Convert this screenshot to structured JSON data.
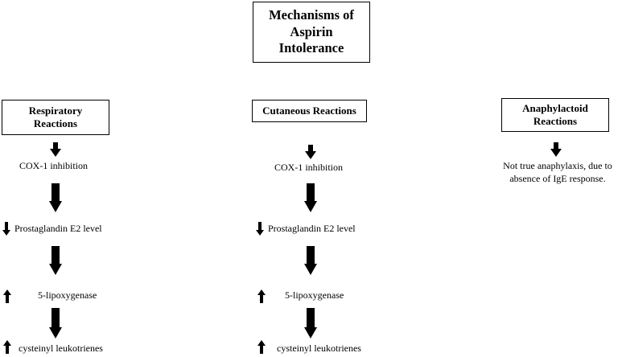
{
  "title": {
    "line1": "Mechanisms of",
    "line2": "Aspirin",
    "line3": "Intolerance"
  },
  "columns": {
    "respiratory": {
      "header_line1": "Respiratory",
      "header_line2": "Reactions",
      "steps": [
        "COX-1 inhibition",
        "Prostaglandin E2 level",
        "5-lipoxygenase",
        "cysteinyl leukotrienes"
      ],
      "indicators": [
        "down",
        "up",
        "up"
      ]
    },
    "cutaneous": {
      "header": "Cutaneous Reactions",
      "steps": [
        "COX-1 inhibition",
        "Prostaglandin E2 level",
        "5-lipoxygenase",
        "cysteinyl leukotrienes"
      ],
      "indicators": [
        "down",
        "up",
        "up"
      ]
    },
    "anaphylactoid": {
      "header_line1": "Anaphylactoid",
      "header_line2": "Reactions",
      "note_line1": "Not true anaphylaxis, due to",
      "note_line2": "absence of IgE response."
    }
  },
  "colors": {
    "stroke": "#000000",
    "background": "#ffffff"
  }
}
